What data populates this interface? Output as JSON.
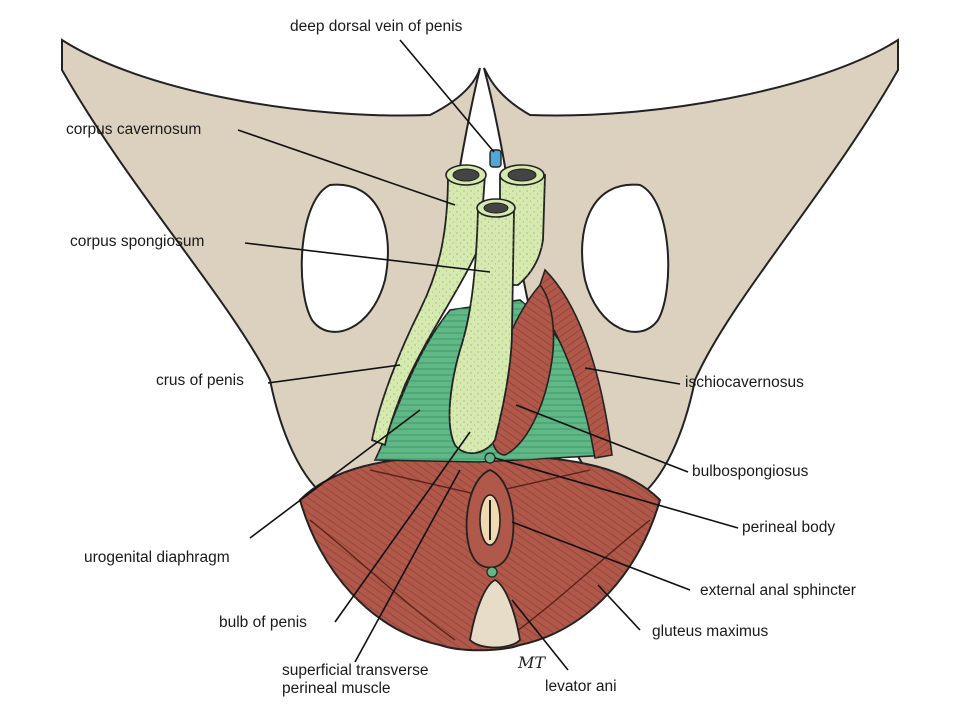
{
  "labels": {
    "deep_dorsal_vein": "deep dorsal vein of penis",
    "corpus_cavernosum": "corpus cavernosum",
    "corpus_spongiosum": "corpus spongiosum",
    "crus_of_penis": "crus of penis",
    "ischiocavernosus": "ischiocavernosus",
    "bulbospongiosus": "bulbospongiosus",
    "perineal_body": "perineal body",
    "urogenital_diaphragm": "urogenital diaphragm",
    "external_anal_sphincter": "external anal sphincter",
    "bulb_of_penis": "bulb of penis",
    "gluteus_maximus": "gluteus maximus",
    "superficial_transverse_line1": "superficial transverse",
    "superficial_transverse_line2": "perineal muscle",
    "levator_ani": "levator ani"
  },
  "signature": "MT",
  "colors": {
    "bone": "#dcd0bf",
    "erectile": "#d6eab0",
    "urogenital": "#5fb886",
    "muscle": "#b0584a",
    "vein": "#4fa8d8"
  }
}
